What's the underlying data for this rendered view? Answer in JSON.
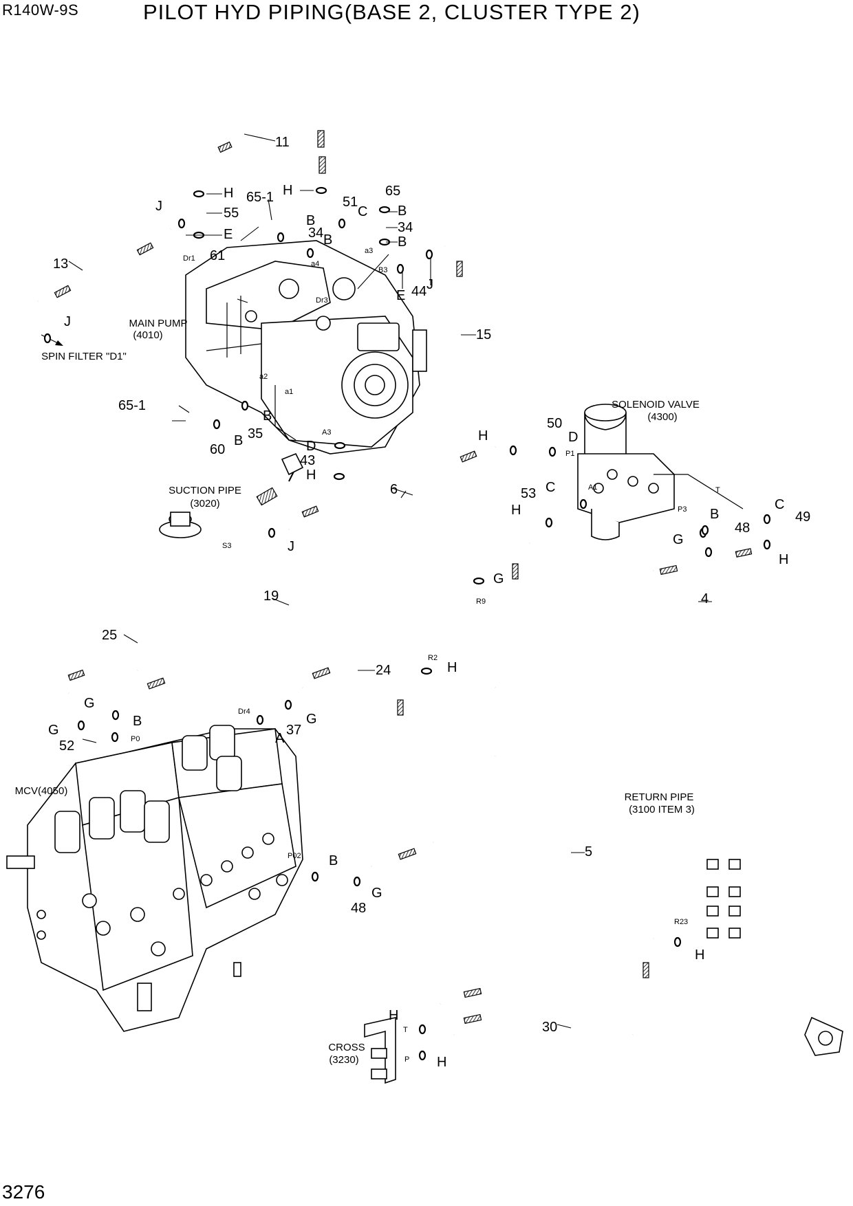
{
  "header": {
    "model": "R140W-9S",
    "title": "PILOT HYD PIPING(BASE 2, CLUSTER TYPE 2)"
  },
  "footer": {
    "page_number": "3276"
  },
  "components": [
    {
      "label": "MAIN PUMP",
      "code": "(4010)"
    },
    {
      "label": "SOLENOID VALVE",
      "code": "(4300)"
    },
    {
      "label": "SUCTION PIPE",
      "code": "(3020)"
    },
    {
      "label": "MCV(4050)",
      "code": ""
    },
    {
      "label": "RETURN PIPE",
      "code": "(3100 ITEM 3)"
    },
    {
      "label": "CROSS",
      "code": "(3230)"
    }
  ],
  "spin_filter_note": "SPIN FILTER \"D1\"",
  "part_callouts": [
    "11",
    "13",
    "15",
    "65-1",
    "65",
    "55",
    "51",
    "34",
    "61",
    "44",
    "35",
    "60",
    "43",
    "50",
    "6",
    "53",
    "48",
    "49",
    "19",
    "25",
    "24",
    "4",
    "52",
    "37",
    "5",
    "30"
  ],
  "letter_callouts": [
    "H",
    "J",
    "E",
    "B",
    "C",
    "D",
    "A",
    "G"
  ],
  "port_labels": [
    "Dr1",
    "a4",
    "a3",
    "B3",
    "Dr3",
    "a2",
    "a1",
    "A3",
    "S3",
    "P1",
    "A1",
    "T",
    "P3",
    "R9",
    "R2",
    "Dr4",
    "P0",
    "P02",
    "R23",
    "T",
    "P"
  ]
}
